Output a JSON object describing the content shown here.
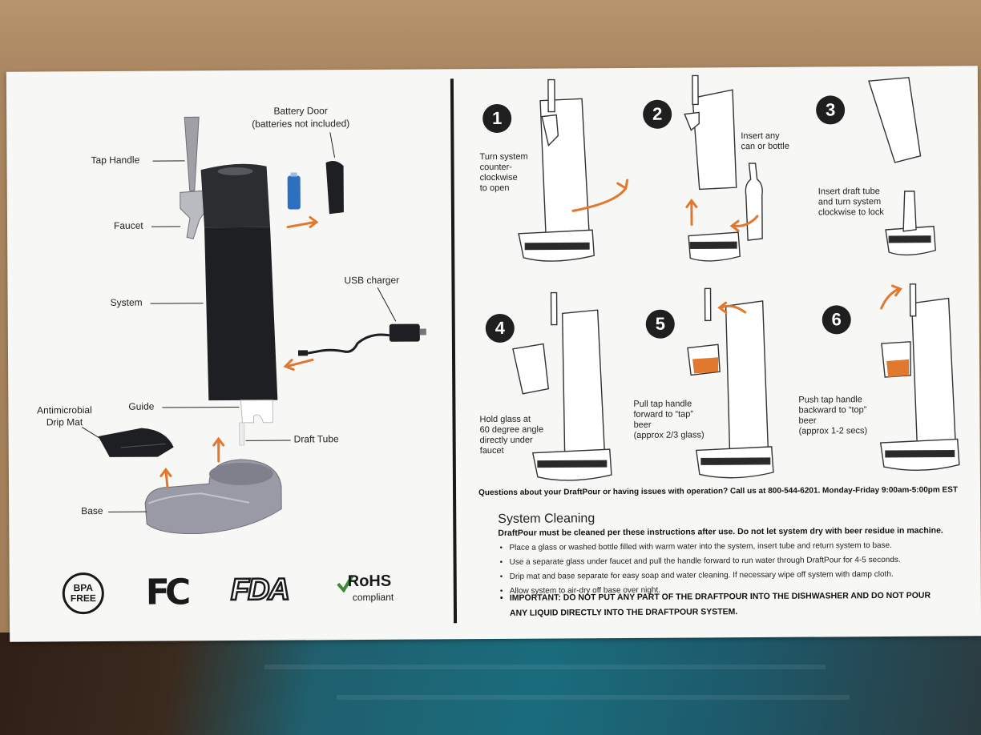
{
  "left_panel": {
    "labels": {
      "tap_handle": "Tap Handle",
      "faucet": "Faucet",
      "system": "System",
      "guide": "Guide",
      "antimicrobial": "Antimicrobial",
      "drip_mat": "Drip Mat",
      "base": "Base",
      "battery_door": "Battery Door",
      "batteries_note": "(batteries not included)",
      "usb_charger": "USB charger",
      "draft_tube": "Draft Tube"
    },
    "logos": {
      "bpa_line1": "BPA",
      "bpa_line2": "FREE",
      "fc": "FC",
      "fda": "FDA",
      "rohs": "RoHS",
      "rohs_sub": "compliant"
    }
  },
  "steps": [
    {
      "number": "1",
      "lines": [
        "Turn system",
        "counter-",
        "clockwise",
        "to open"
      ]
    },
    {
      "number": "2",
      "lines": [
        "Insert any",
        "can or bottle"
      ]
    },
    {
      "number": "3",
      "lines": [
        "Insert draft tube",
        "and turn system",
        "clockwise to lock"
      ]
    },
    {
      "number": "4",
      "lines": [
        "Hold glass at",
        "60 degree angle",
        "directly under",
        "faucet"
      ]
    },
    {
      "number": "5",
      "lines": [
        "Pull tap handle",
        "forward to “tap”",
        "beer",
        "(approx 2/3 glass)"
      ]
    },
    {
      "number": "6",
      "lines": [
        "Push tap handle",
        "backward to “top”",
        "beer",
        "(approx 1-2 secs)"
      ]
    }
  ],
  "contact": "Questions about your DraftPour or having issues with operation? Call us at 800-544-6201. Monday-Friday 9:00am-5:00pm EST",
  "cleaning": {
    "title": "System Cleaning",
    "intro": "DraftPour must be cleaned per these instructions after use. Do not let system dry with beer residue in machine.",
    "items": [
      "Place a glass or washed bottle filled with warm water into the system, insert tube and return system to base.",
      "Use a separate glass under faucet and pull the handle forward to run water through DraftPour for 4-5 seconds.",
      "Drip mat and base separate for easy soap and water cleaning. If necessary wipe off system with damp cloth.",
      "Allow system to air-dry off base over night."
    ],
    "warning_line1": "IMPORTANT: DO NOT PUT ANY PART OF THE DRAFTPOUR INTO THE DISHWASHER AND DO NOT POUR",
    "warning_line2": "ANY LIQUID DIRECTLY INTO THE DRAFTPOUR SYSTEM."
  },
  "colors": {
    "accent_orange": "#e0782e",
    "device_black": "#1e1f22",
    "battery_blue": "#2f6fc0",
    "base_gray": "#9a9aa6"
  }
}
